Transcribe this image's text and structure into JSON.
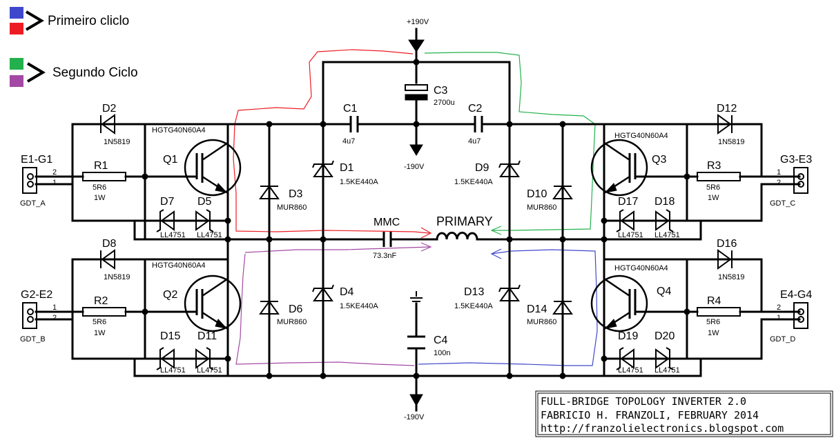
{
  "legend": {
    "first": {
      "label": "Primeiro cliclo",
      "colors": [
        "#3f48cc",
        "#ed1c24"
      ]
    },
    "second": {
      "label": "Segundo Ciclo",
      "colors": [
        "#22b14c",
        "#a349a4"
      ]
    }
  },
  "colors": {
    "red": "#ed1c24",
    "green": "#22b14c",
    "purple": "#a349a4",
    "blue": "#3f48cc"
  },
  "rails": {
    "plus": "+190V",
    "minus_top": "-190V",
    "minus_bottom": "-190V"
  },
  "connectors": {
    "j1": {
      "ref": "E1-G1",
      "part": "GDT_A",
      "p1": "2",
      "p2": "1"
    },
    "j2": {
      "ref": "G2-E2",
      "part": "GDT_B",
      "p1": "1",
      "p2": "2"
    },
    "j3": {
      "ref": "G3-E3",
      "part": "GDT_C",
      "p1": "1",
      "p2": "2"
    },
    "j4": {
      "ref": "E4-G4",
      "part": "GDT_D",
      "p1": "2",
      "p2": "1"
    }
  },
  "parts": {
    "q1": {
      "ref": "Q1",
      "type": "HGTG40N60A4"
    },
    "q2": {
      "ref": "Q2",
      "type": "HGTG40N60A4"
    },
    "q3": {
      "ref": "Q3",
      "type": "HGTG40N60A4"
    },
    "q4": {
      "ref": "Q4",
      "type": "HGTG40N60A4"
    },
    "d2": {
      "ref": "D2",
      "val": "1N5819"
    },
    "d8": {
      "ref": "D8",
      "val": "1N5819"
    },
    "d12": {
      "ref": "D12",
      "val": "1N5819"
    },
    "d16": {
      "ref": "D16",
      "val": "1N5819"
    },
    "r1": {
      "ref": "R1",
      "val": "5R6",
      "pwr": "1W"
    },
    "r2": {
      "ref": "R2",
      "val": "5R6",
      "pwr": "1W"
    },
    "r3": {
      "ref": "R3",
      "val": "5R6",
      "pwr": "1W"
    },
    "r4": {
      "ref": "R4",
      "val": "5R6",
      "pwr": "1W"
    },
    "d7": {
      "ref": "D7",
      "val": "LL4751"
    },
    "d5": {
      "ref": "D5",
      "val": "LL4751"
    },
    "d15": {
      "ref": "D15",
      "val": "LL4751"
    },
    "d11": {
      "ref": "D11",
      "val": "LL4751"
    },
    "d17": {
      "ref": "D17",
      "val": "LL4751"
    },
    "d18": {
      "ref": "D18",
      "val": "LL4751"
    },
    "d19": {
      "ref": "D19",
      "val": "LL4751"
    },
    "d20": {
      "ref": "D20",
      "val": "LL4751"
    },
    "d3": {
      "ref": "D3",
      "val": "MUR860"
    },
    "d6": {
      "ref": "D6",
      "val": "MUR860"
    },
    "d10": {
      "ref": "D10",
      "val": "MUR860"
    },
    "d14": {
      "ref": "D14",
      "val": "MUR860"
    },
    "d1": {
      "ref": "D1",
      "val": "1.5KE440A"
    },
    "d4": {
      "ref": "D4",
      "val": "1.5KE440A"
    },
    "d9": {
      "ref": "D9",
      "val": "1.5KE440A"
    },
    "d13": {
      "ref": "D13",
      "val": "1.5KE440A"
    },
    "c1": {
      "ref": "C1",
      "val": "4u7"
    },
    "c2": {
      "ref": "C2",
      "val": "4u7"
    },
    "c3": {
      "ref": "C3",
      "val": "2700u"
    },
    "c4": {
      "ref": "C4",
      "val": "100n"
    },
    "mmc": {
      "ref": "MMC",
      "val": "73.3nF"
    },
    "primary": {
      "ref": "PRIMARY"
    }
  },
  "title_block": {
    "line1": "FULL-BRIDGE TOPOLOGY INVERTER 2.0",
    "line2": "FABRICIO H. FRANZOLI, FEBRUARY 2014",
    "line3": "http://franzolielectronics.blogspot.com"
  }
}
